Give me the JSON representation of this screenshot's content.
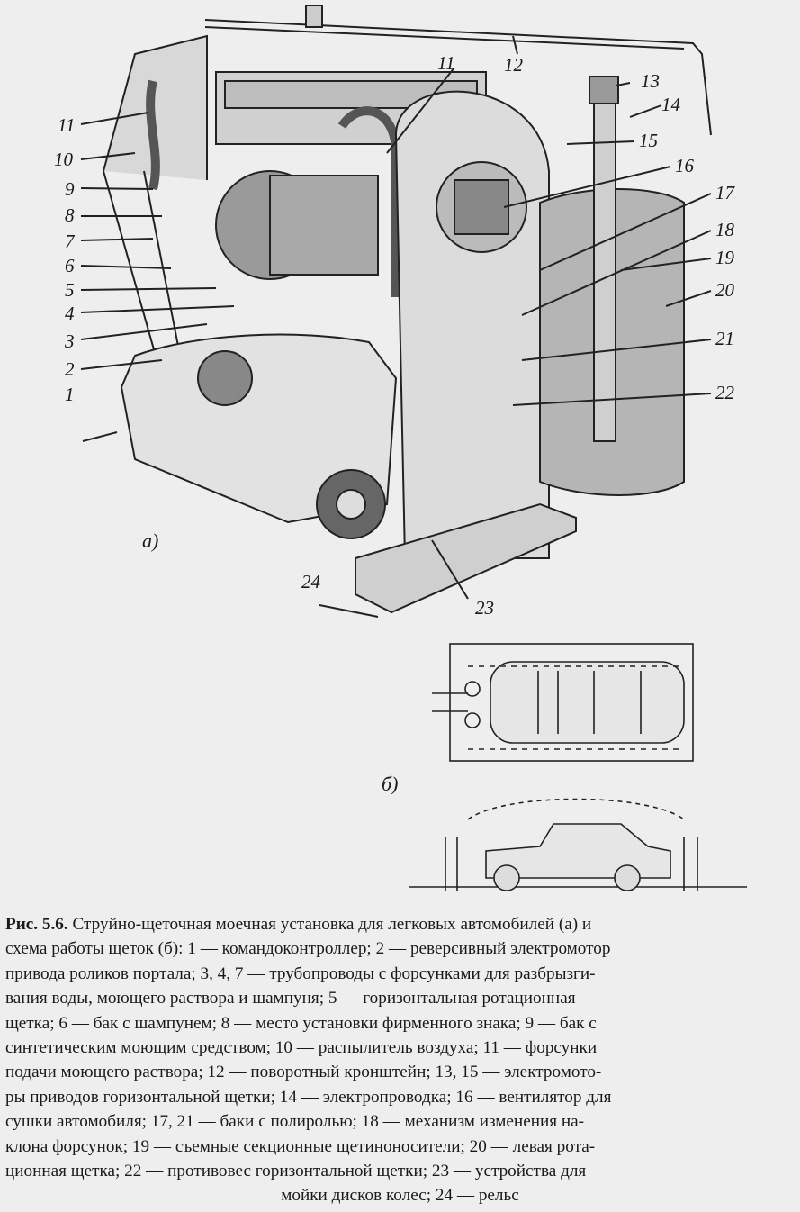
{
  "figure": {
    "subfigure_a": "а)",
    "subfigure_b": "б)",
    "callouts": [
      "1",
      "2",
      "3",
      "4",
      "5",
      "6",
      "7",
      "8",
      "9",
      "10",
      "11",
      "11",
      "12",
      "13",
      "14",
      "15",
      "16",
      "17",
      "18",
      "19",
      "20",
      "21",
      "22",
      "23",
      "24"
    ]
  },
  "caption": {
    "label": "Рис. 5.6.",
    "lines": [
      " Струйно-щеточная моечная установка для легковых автомобилей (а) и",
      "схема работы щеток (б): 1 — командоконтроллер; 2 — реверсивный электромотор",
      "привода роликов портала; 3, 4, 7 — трубопроводы с форсунками для разбрызги-",
      "вания воды, моющего раствора и шампуня; 5 — горизонтальная ротационная",
      "щетка; 6 — бак с шампунем; 8 — место установки фирменного знака; 9 — бак с",
      "синтетическим моющим средством; 10 — распылитель воздуха; 11 — форсунки",
      "подачи моющего раствора; 12 — поворотный кронштейн; 13, 15 — электромото-",
      "ры приводов горизонтальной щетки; 14 — электропроводка; 16 — вентилятор для",
      "сушки автомобиля; 17, 21 — баки с полиролью; 18 — механизм изменения на-",
      "клона форсунок; 19 — съемные секционные щетиноносители; 20 — левая рота-",
      "ционная щетка; 22 — противовес горизонтальной щетки; 23 — устройства для",
      "мойки дисков колес; 24 — рельс"
    ]
  }
}
